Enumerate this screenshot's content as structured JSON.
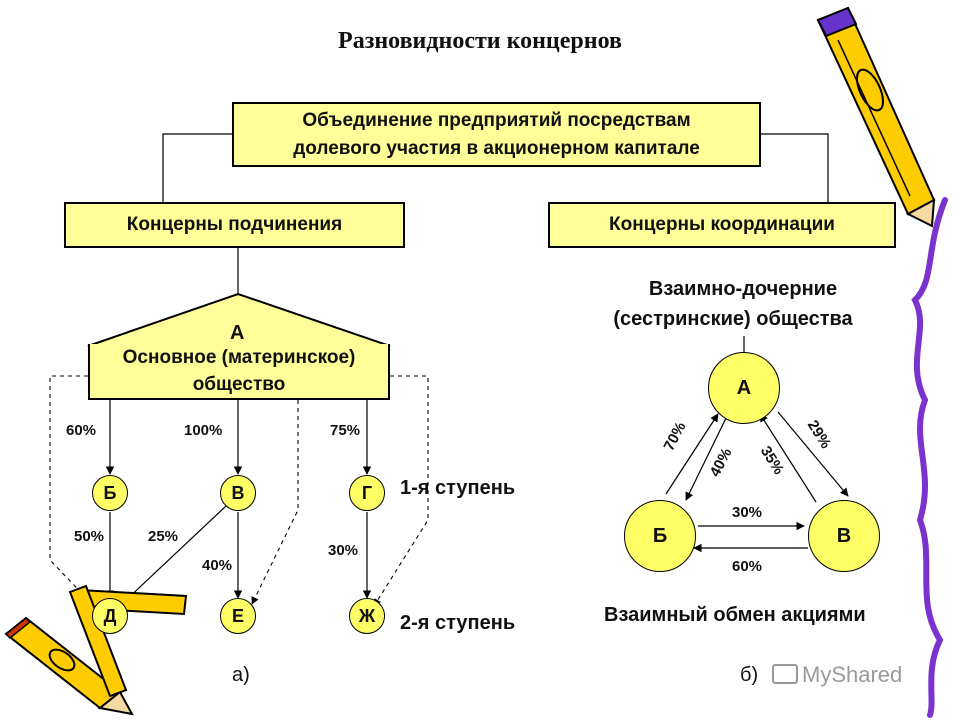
{
  "title": "Разновидности концернов",
  "top_box": {
    "line1": "Объединение предприятий посредствам",
    "line2": "долевого участия в акционерном капитале"
  },
  "left_box": "Концерны подчинения",
  "right_box": "Концерны координации",
  "mother": {
    "letter": "А",
    "line1": "Основное (материнское)",
    "line2": "общество"
  },
  "left_nodes": {
    "b": "Б",
    "v": "В",
    "g": "Г",
    "d": "Д",
    "e": "Е",
    "zh": "Ж"
  },
  "left_pcts": {
    "a_b": "60%",
    "a_v": "100%",
    "a_g": "75%",
    "b_d": "50%",
    "v_d": "25%",
    "v_e": "40%",
    "g_zh": "30%"
  },
  "steps": {
    "first": "1-я ступень",
    "second": "2-я ступень"
  },
  "right_caption": {
    "line1": "Взаимно-дочерние",
    "line2": "(сестринские) общества"
  },
  "right_nodes": {
    "a": "А",
    "b": "Б",
    "v": "В"
  },
  "right_pcts": {
    "b_a": "70%",
    "a_b": "40%",
    "a_v": "35%",
    "v_a": "29%",
    "b_v": "30%",
    "v_b": "60%"
  },
  "right_footer": "Взаимный обмен акциями",
  "sub_a": "а)",
  "sub_b": "б)",
  "watermark": "MyShared",
  "colors": {
    "fill": "#ffff99",
    "node": "#ffff66",
    "pencil": "#ffcc00",
    "accent": "#6633cc"
  }
}
